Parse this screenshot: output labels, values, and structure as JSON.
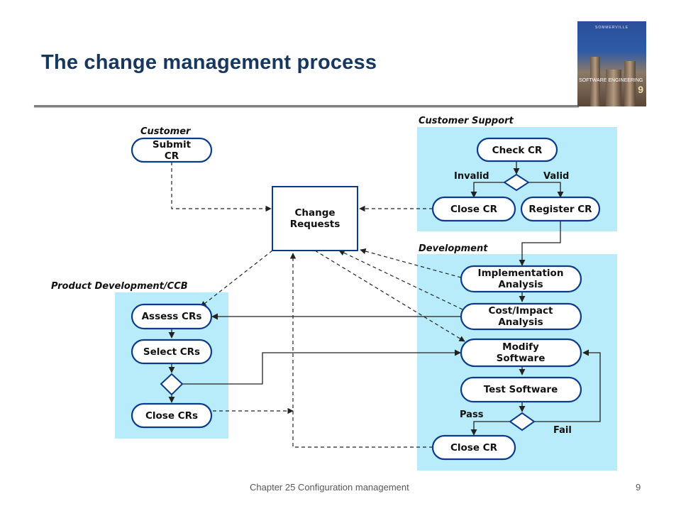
{
  "slide": {
    "title": "The change management process",
    "footer": "Chapter 25 Configuration management",
    "page_number": "9"
  },
  "book_cover": {
    "author": "SOMMERVILLE",
    "title": "SOFTWARE ENGINEERING",
    "edition": "9"
  },
  "diagram": {
    "lanes": {
      "customer": "Customer",
      "customer_support": "Customer Support",
      "development": "Development",
      "product_dev_ccb": "Product Development/CCB"
    },
    "nodes": {
      "submit_cr": [
        "Submit",
        "CR"
      ],
      "change_requests": [
        "Change",
        "Requests"
      ],
      "check_cr": [
        "Check CR"
      ],
      "close_cr_support": [
        "Close CR"
      ],
      "register_cr": [
        "Register CR"
      ],
      "implementation_analysis": [
        "Implementation",
        "Analysis"
      ],
      "cost_impact_analysis": [
        "Cost/Impact",
        "Analysis"
      ],
      "modify_software": [
        "Modify",
        "Software"
      ],
      "test_software": [
        "Test Software"
      ],
      "close_cr_dev": [
        "Close CR"
      ],
      "assess_crs": [
        "Assess CRs"
      ],
      "select_crs": [
        "Select CRs"
      ],
      "close_crs": [
        "Close CRs"
      ]
    },
    "branch_labels": {
      "invalid": "Invalid",
      "valid": "Valid",
      "pass": "Pass",
      "fail": "Fail"
    },
    "colors": {
      "lane_fill": "#b8ecfa",
      "node_stroke": "#0b3c8c",
      "arrow": "#222222"
    }
  }
}
